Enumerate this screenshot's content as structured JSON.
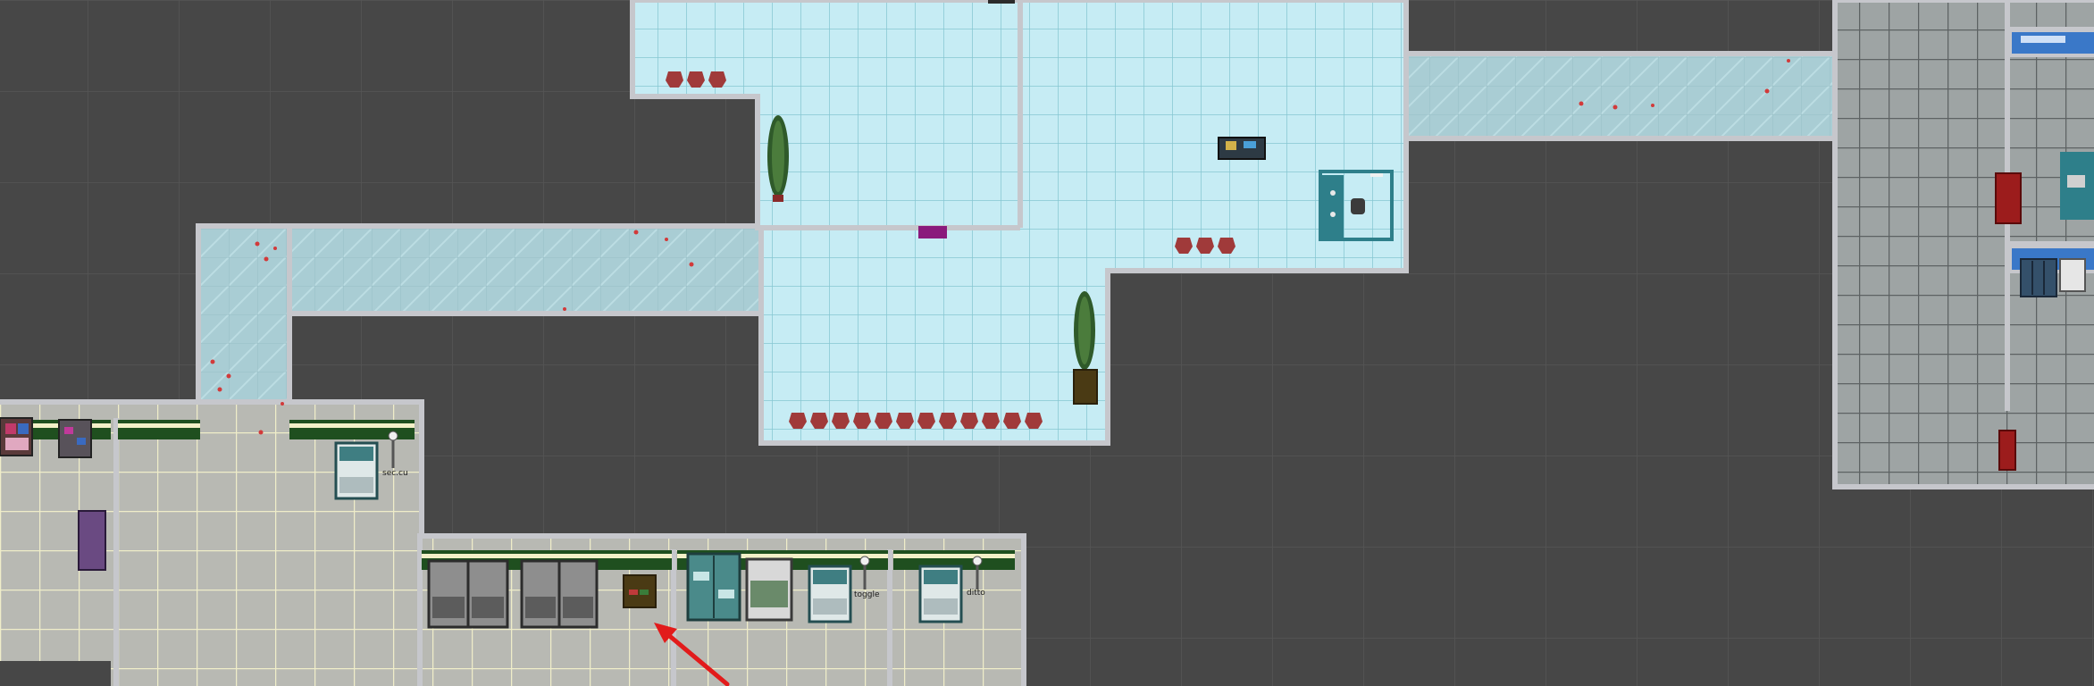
{
  "scene": {
    "type": "top-down station map editor view",
    "colors": {
      "void": "#474747",
      "grid_line": "#555555",
      "light_blue_floor": "#c6ecf4",
      "light_blue_floor_line": "#7fbcc9",
      "glass_floor": "#a9cdd4",
      "glass_stripe": "#bcdde3",
      "grey_floor": "#b8b9b3",
      "grey_floor_line": "#eeedc9",
      "dark_grey_floor": "#9ea4a4",
      "wall": "#c6c7cc",
      "blood": "#d23a3a",
      "plant_leaf": "#2f5a2a",
      "counter_green": "#1f4f1f",
      "counter_cream": "#f3f0c8",
      "chair_red": "#a03a3a",
      "medical_teal": "#2e7f8a",
      "crate_brown": "#4a3a14",
      "locker_purple": "#6a4a82",
      "locker_red": "#9c1c1c",
      "panel_blue": "#3a78c8",
      "arrow_red": "#e21b1b"
    },
    "labels": {
      "bed_tag_left": "sec.cu",
      "bed_tag_mid": "toggle",
      "bed_tag_right": "ditto"
    }
  }
}
